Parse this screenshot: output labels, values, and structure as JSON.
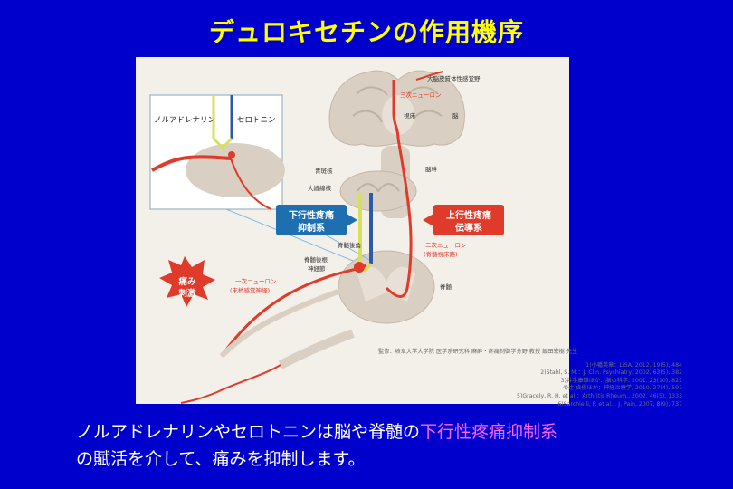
{
  "page": {
    "title": "デュロキセチンの作用機序"
  },
  "diagram": {
    "labels": {
      "noradrenaline": "ノルアドレナリン",
      "serotonin": "セロトニン",
      "cerebral_cortex_sensory": "大脳皮質体性感覚野",
      "third_order_neuron": "三次ニューロン",
      "thalamus": "視床",
      "brain": "脳",
      "brainstem": "脳幹",
      "locus_coeruleus": "青斑核",
      "raphe_nucleus": "大縫線核",
      "descending_title": "下行性疼痛",
      "descending_title2": "抑制系",
      "ascending_title": "上行性疼痛",
      "ascending_title2": "伝導系",
      "dorsal_horn": "脊髄後角",
      "second_order_neuron": "二次ニューロン",
      "spinothalamic_tract": "(脊髄視床路)",
      "dorsal_root_ganglion": "脊髄後根",
      "dorsal_root_ganglion2": "神経節",
      "first_order_neuron": "一次ニューロン",
      "peripheral_sensory_nerve": "(末梢感覚神経)",
      "pain": "痛み",
      "stimulus": "刺激",
      "spinal_cord": "脊髄"
    },
    "supervision": "監修：岐阜大学大学院 医学系研究科 麻酔・疼痛制御学分野 教授 飯田宏樹 先生",
    "references": [
      "1)小幡英章：LiSA, 2012, 19(5), 484",
      "2)Stahl, S. M.：J. Clin. Psychiatry, 2002, 63(5), 382",
      "3)井手康雄ほか：脳の科学, 2001, 23(10), 821",
      "4)辻 貞俊ほか：神経治療学, 2010, 27(4), 591",
      "5)Gracely, R. H. et al.：Arthritis Rheum., 2002, 46(5), 1333",
      "6)Sarchielli, P. et al.：J. Pain, 2007, 8(9), 737"
    ],
    "colors": {
      "noradrenaline": "#d8e05a",
      "serotonin": "#2a5aa8",
      "pain_pathway": "#e03a2a",
      "tissue": "#d9cfc3"
    }
  },
  "caption": {
    "line1_before": "ノルアドレナリンやセロトニンは脳や脊髄の",
    "line1_highlight": "下行性疼痛抑制系",
    "line2": "の賦活を介して、痛みを抑制します。"
  }
}
